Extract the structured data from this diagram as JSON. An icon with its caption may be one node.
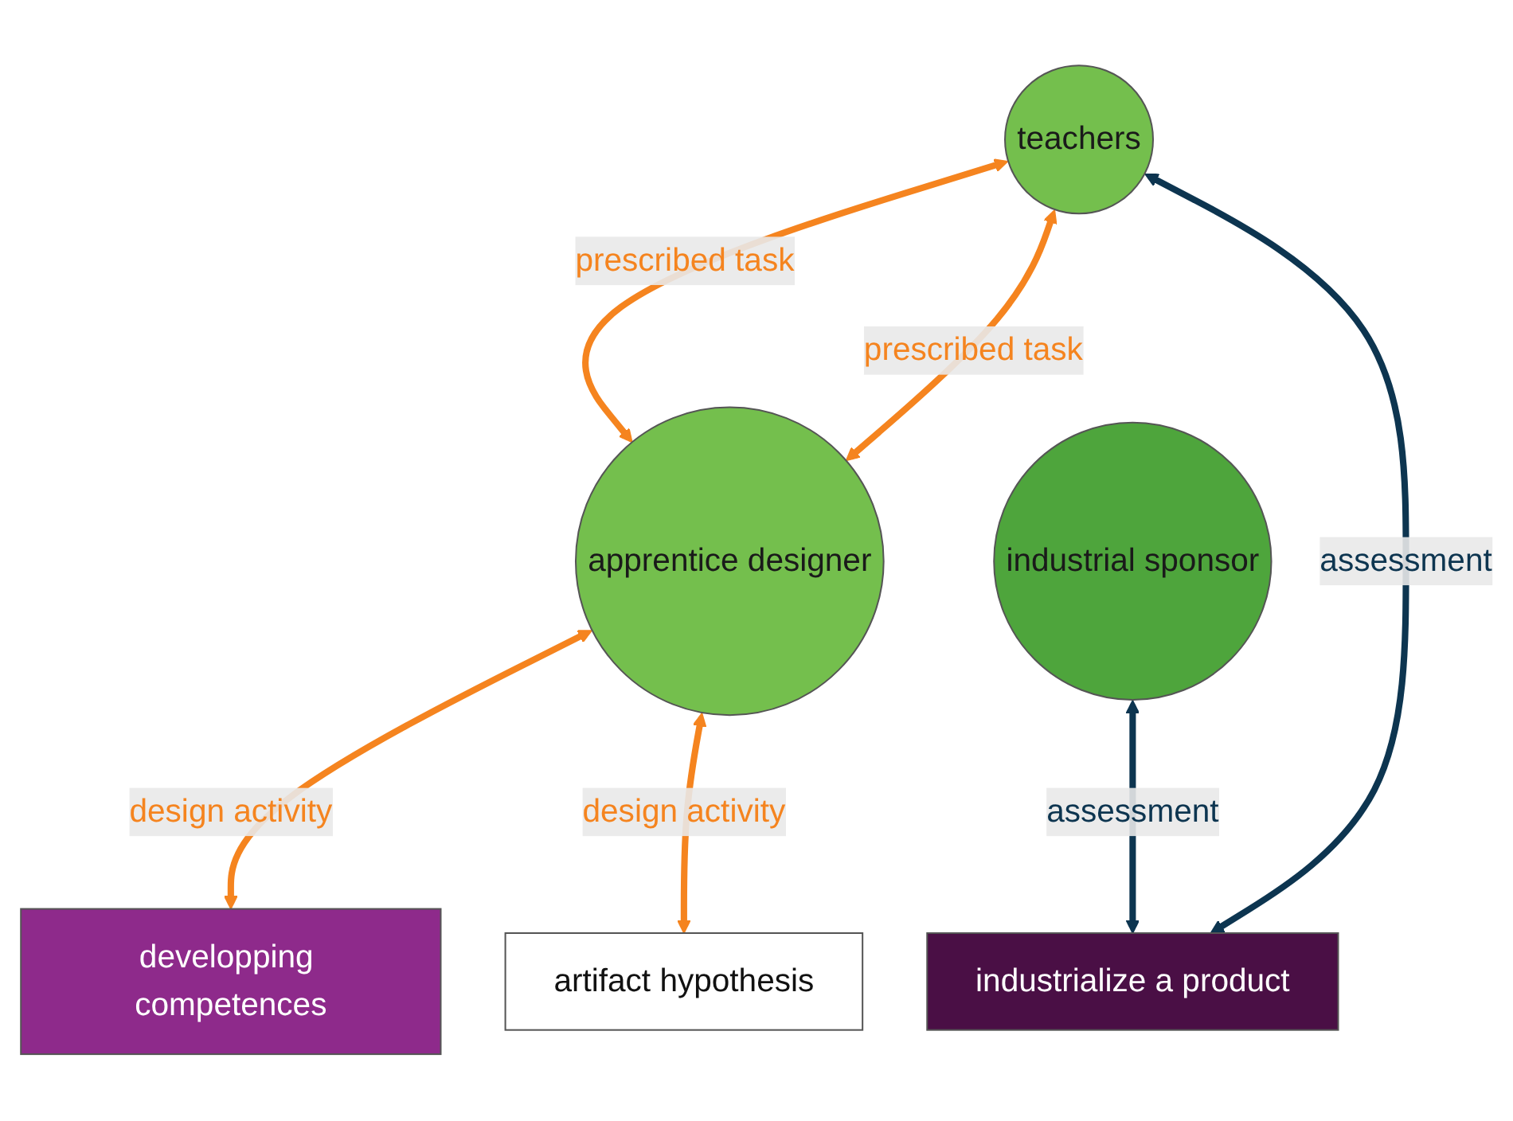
{
  "diagram": {
    "nodes": [
      {
        "text": [
          "industrial sponsor"
        ]
      },
      {
        "text": [
          "teachers"
        ]
      },
      {
        "text": [
          "apprentice designer"
        ]
      },
      {
        "text": [
          "industrialize a product"
        ]
      },
      {
        "text": [
          "developping competences"
        ]
      },
      {
        "text": [
          "artifact hypothesis"
        ]
      }
    ],
    "edges": [
      {
        "from": 1,
        "to": 2,
        "arrow": "both",
        "label": "prescribed task"
      },
      {
        "from": 1,
        "to": 2,
        "arrow": "both",
        "label": "prescribed task"
      },
      {
        "from": 2,
        "to": 4,
        "arrow": "both",
        "label": "design activity"
      },
      {
        "from": 2,
        "to": 5,
        "arrow": "both",
        "label": "design activity"
      },
      {
        "from": 1,
        "to": 3,
        "arrow": "both",
        "label": "assessment",
        "color": "#0d3550"
      },
      {
        "from": 0,
        "to": 3,
        "arrow": "both",
        "label": "assessment",
        "color": "#0d3550"
      }
    ]
  }
}
